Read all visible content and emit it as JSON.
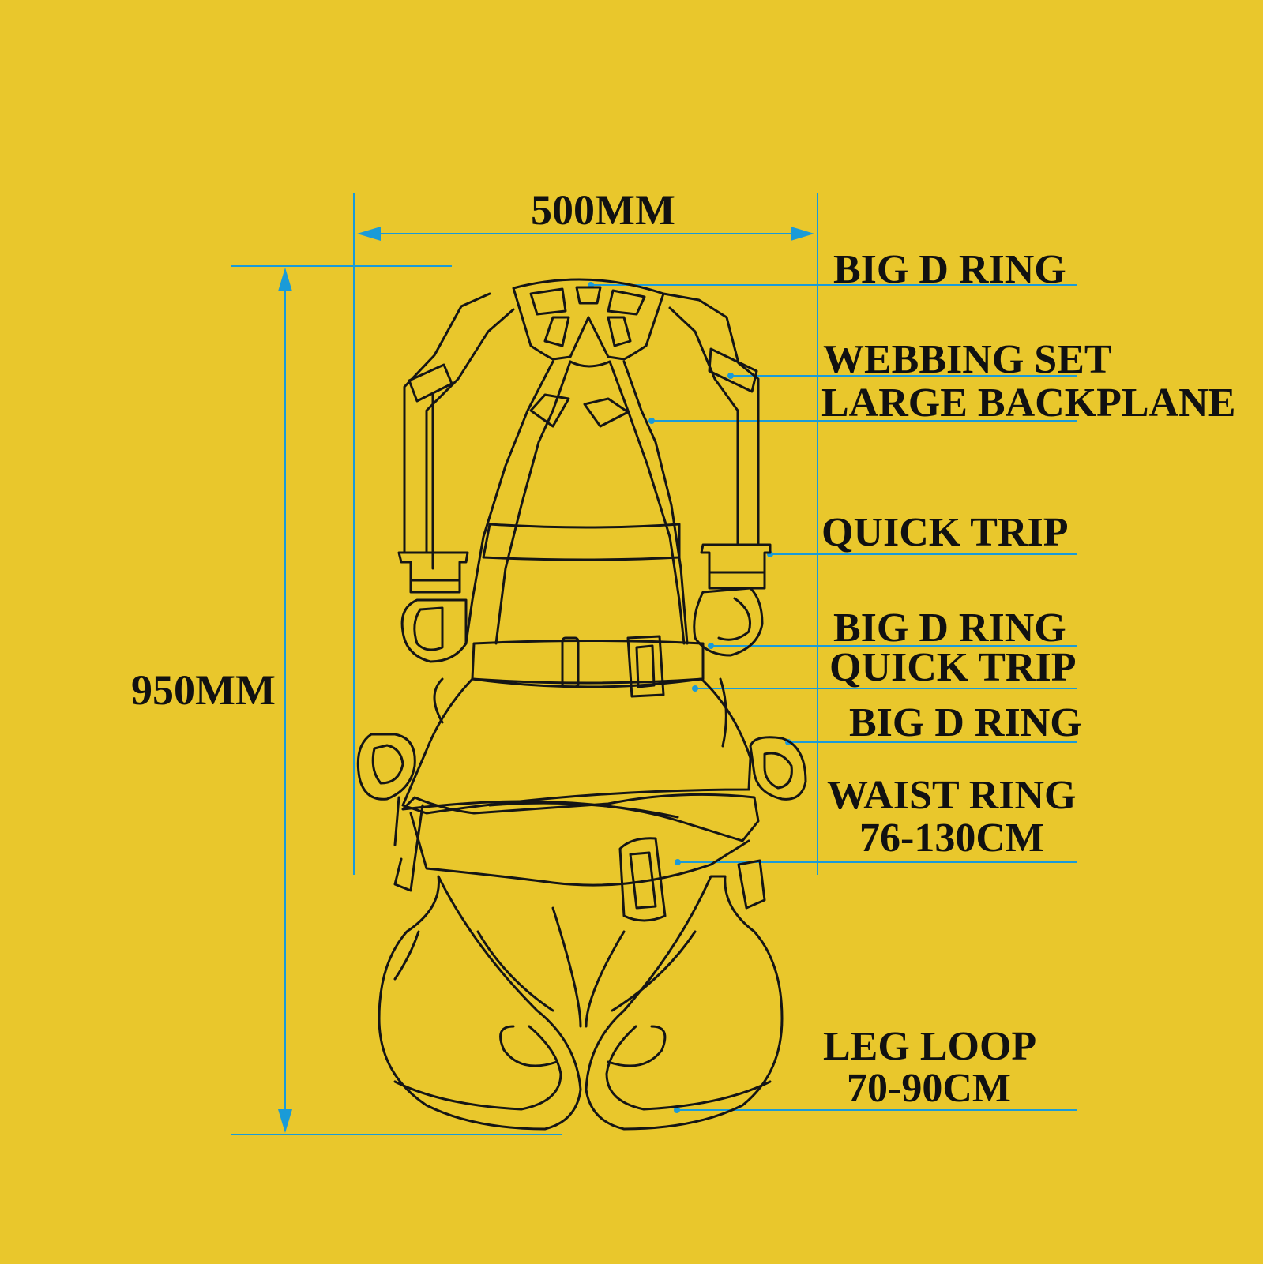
{
  "colors": {
    "background": "#e9c72c",
    "dimension_lines": "#1a9bd8",
    "outline": "#151515"
  },
  "dimensions": {
    "width": "500MM",
    "height": "950MM"
  },
  "labels": {
    "top_d_ring": "BIG D RING",
    "webbing_set": "WEBBING SET",
    "large_backplane": "LARGE BACKPLANE",
    "quick_trip_upper": "QUICK TRIP",
    "chest_d_ring": "BIG D RING",
    "quick_trip_lower": "QUICK TRIP",
    "side_d_ring": "BIG D RING",
    "waist_ring": "WAIST RING",
    "waist_range": "76-130CM",
    "leg_loop": "LEG LOOP",
    "leg_range": "70-90CM"
  }
}
